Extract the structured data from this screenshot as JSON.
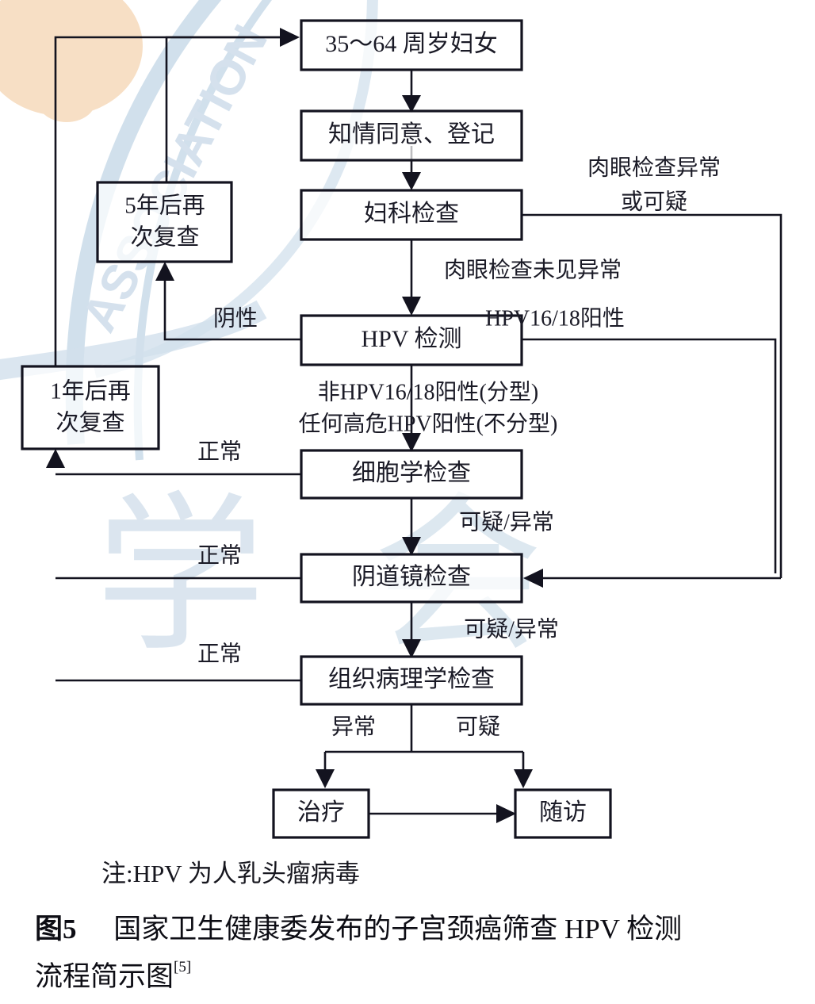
{
  "figure": {
    "nodes": [
      {
        "id": "target",
        "label": "35～64 周岁妇女",
        "lines": [
          "35～64 周岁妇女"
        ]
      },
      {
        "id": "consent",
        "label": "知情同意、登记",
        "lines": [
          "知情同意、登记"
        ]
      },
      {
        "id": "gyn_exam",
        "label": "妇科检查",
        "lines": [
          "妇科检查"
        ]
      },
      {
        "id": "hpv_test",
        "label": "HPV 检测",
        "lines": [
          "HPV 检测"
        ]
      },
      {
        "id": "cytology",
        "label": "细胞学检查",
        "lines": [
          "细胞学检查"
        ]
      },
      {
        "id": "colposcopy",
        "label": "阴道镜检查",
        "lines": [
          "阴道镜检查"
        ]
      },
      {
        "id": "histology",
        "label": "组织病理学检查",
        "lines": [
          "组织病理学检查"
        ]
      },
      {
        "id": "recheck5y",
        "label": "5年后再次复查",
        "lines": [
          "5年后再",
          "次复查"
        ]
      },
      {
        "id": "recheck1y",
        "label": "1年后再次复查",
        "lines": [
          "1年后再",
          "次复查"
        ]
      },
      {
        "id": "treatment",
        "label": "治疗",
        "lines": [
          "治疗"
        ]
      },
      {
        "id": "followup",
        "label": "随访",
        "lines": [
          "随访"
        ]
      }
    ],
    "edge_labels": {
      "gross_abnormal_l1": "肉眼检查异常",
      "gross_abnormal_l2": "或可疑",
      "gross_normal": "肉眼检查未见异常",
      "hpv_negative": "阴性",
      "hpv1618_positive": "HPV16/18阳性",
      "non_hpv1618_l1": "非HPV16/18阳性(分型)",
      "non_hpv1618_l2": "任何高危HPV阳性(不分型)",
      "cyto_normal": "正常",
      "cyto_suspicious": "可疑/异常",
      "colpo_normal": "正常",
      "colpo_suspicious": "可疑/异常",
      "histo_normal": "正常",
      "histo_abnormal": "异常",
      "histo_suspicious": "可疑"
    },
    "caption": {
      "note": "注:HPV 为人乳头瘤病毒",
      "figure_number": "图5",
      "title_line1": "国家卫生健康委发布的子宫颈癌筛查 HPV 检测",
      "title_line2": "流程简示图",
      "reference": "[5]"
    },
    "watermark": {
      "text_association": "ASSOCIATION",
      "cjk_glyph_left": "学",
      "cjk_glyph_right": "会"
    },
    "colors": {
      "stroke": "#13131f",
      "node_fill": "#ffffff",
      "text": "#1a1a26",
      "watermark_blue": "#cfdfeb",
      "watermark_orange": "#f7dec2",
      "page_background": "#ffffff"
    }
  }
}
